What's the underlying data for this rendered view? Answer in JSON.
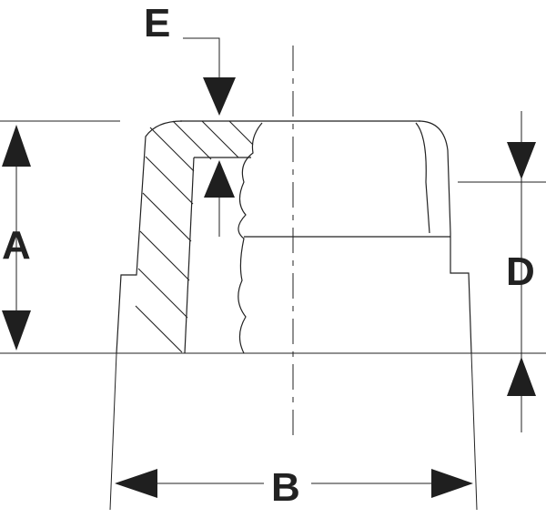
{
  "diagram": {
    "labels": {
      "A": "A",
      "B": "B",
      "D": "D",
      "E": "E"
    },
    "colors": {
      "line": "#222222",
      "arrow": "#1f1f1f",
      "text": "#222222",
      "background": "#ffffff"
    }
  }
}
